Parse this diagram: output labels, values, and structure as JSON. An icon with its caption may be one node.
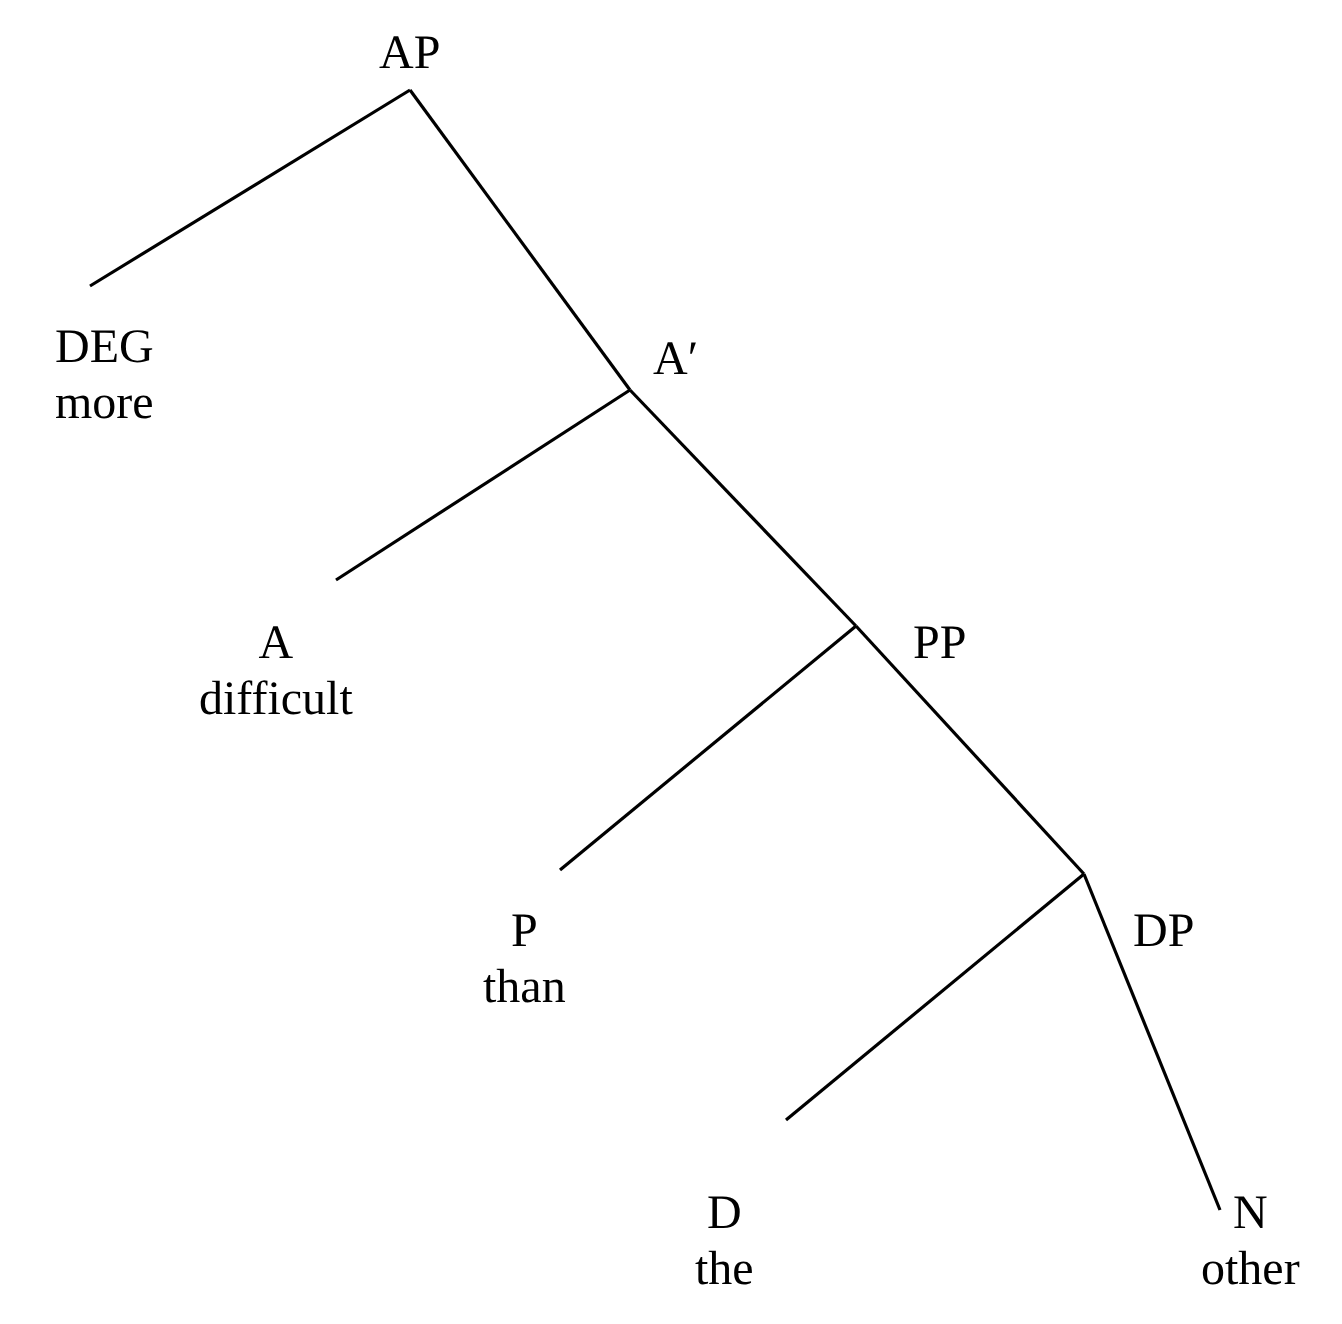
{
  "diagram": {
    "nodes": [
      {
        "text": [
          "AP"
        ]
      },
      {
        "text": [
          "DEG",
          "more"
        ]
      },
      {
        "text": [
          "A′"
        ]
      },
      {
        "text": [
          "A",
          "difficult"
        ]
      },
      {
        "text": [
          "PP"
        ]
      },
      {
        "text": [
          "P",
          "than"
        ]
      },
      {
        "text": [
          "DP"
        ]
      },
      {
        "text": [
          "D",
          "the"
        ]
      },
      {
        "text": [
          "N",
          "other"
        ]
      }
    ],
    "edges": [
      {
        "from": 0,
        "to": 1,
        "arrow": "none"
      },
      {
        "from": 0,
        "to": 2,
        "arrow": "none"
      },
      {
        "from": 2,
        "to": 3,
        "arrow": "none"
      },
      {
        "from": 2,
        "to": 4,
        "arrow": "none"
      },
      {
        "from": 4,
        "to": 5,
        "arrow": "none"
      },
      {
        "from": 4,
        "to": 6,
        "arrow": "none"
      },
      {
        "from": 6,
        "to": 7,
        "arrow": "none"
      },
      {
        "from": 6,
        "to": 8,
        "arrow": "none"
      }
    ]
  }
}
